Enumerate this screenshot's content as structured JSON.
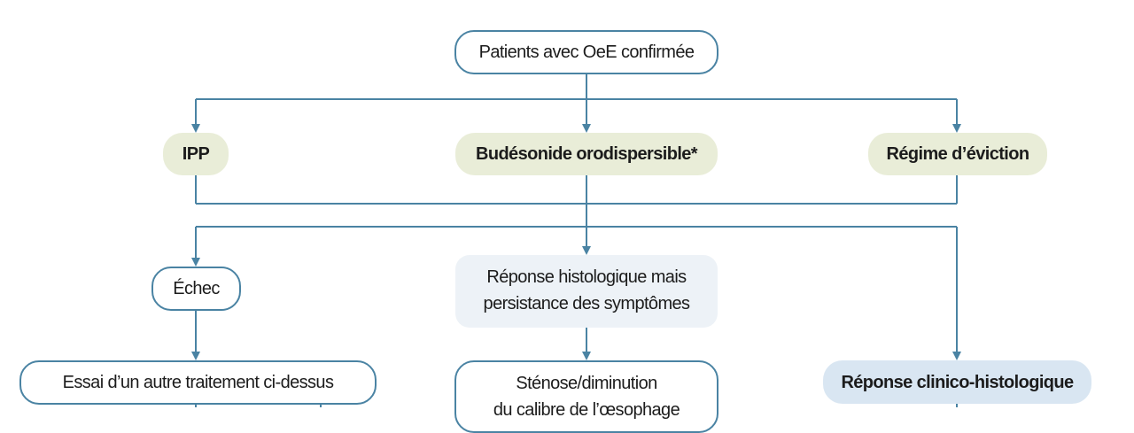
{
  "nodes": {
    "root": "Patients avec OeE confirmée",
    "ipp": "IPP",
    "budesonide": "Budésonide orodispersible*",
    "regime": "Régime d’éviction",
    "echec": "Échec",
    "reponse_histo_line1": "Réponse histologique mais",
    "reponse_histo_line2": "persistance des symptômes",
    "essai": "Essai d’un autre traitement ci-dessus",
    "stenose_line1": "Sténose/diminution",
    "stenose_line2": "du calibre de l’œsophage",
    "reponse_clinico": "Réponse clinico-histologique"
  },
  "colors": {
    "connector": "#4a83a3",
    "treatment_fill": "#e9edd8",
    "response_fill": "#d9e6f2",
    "partial_fill": "#edf2f7"
  }
}
